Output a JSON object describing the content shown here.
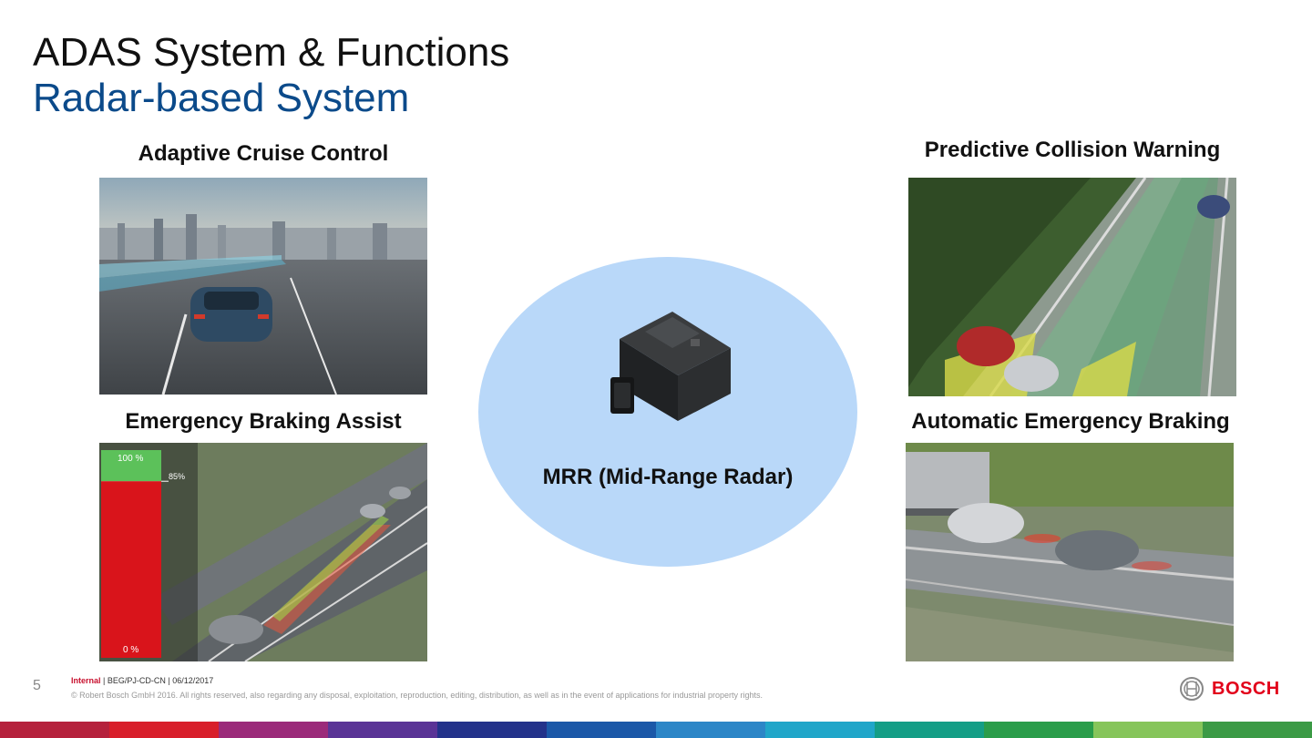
{
  "slide": {
    "title": "ADAS System & Functions",
    "subtitle": "Radar-based System",
    "page_number": "5"
  },
  "features": {
    "acc": "Adaptive Cruise Control",
    "pcw": "Predictive Collision Warning",
    "eba": "Emergency Braking Assist",
    "aeb": "Automatic Emergency Braking"
  },
  "center": {
    "label": "MRR (Mid-Range Radar)"
  },
  "eba_gauge": {
    "top_label": "100 %",
    "mid_label": "85%",
    "bottom_label": "0 %",
    "level": 0.85
  },
  "footer": {
    "internal": "Internal",
    "meta": " | BEG/PJ-CD-CN | 06/12/2017",
    "copyright": "© Robert Bosch GmbH 2016. All rights reserved, also regarding any disposal, exploitation, reproduction, editing, distribution, as well as in the event of applications for industrial property rights."
  },
  "logo": {
    "text": "BOSCH",
    "color": "#e2001a"
  },
  "colors": {
    "subtitle": "#0b4a8a",
    "ellipse": "#b9d8f9"
  }
}
